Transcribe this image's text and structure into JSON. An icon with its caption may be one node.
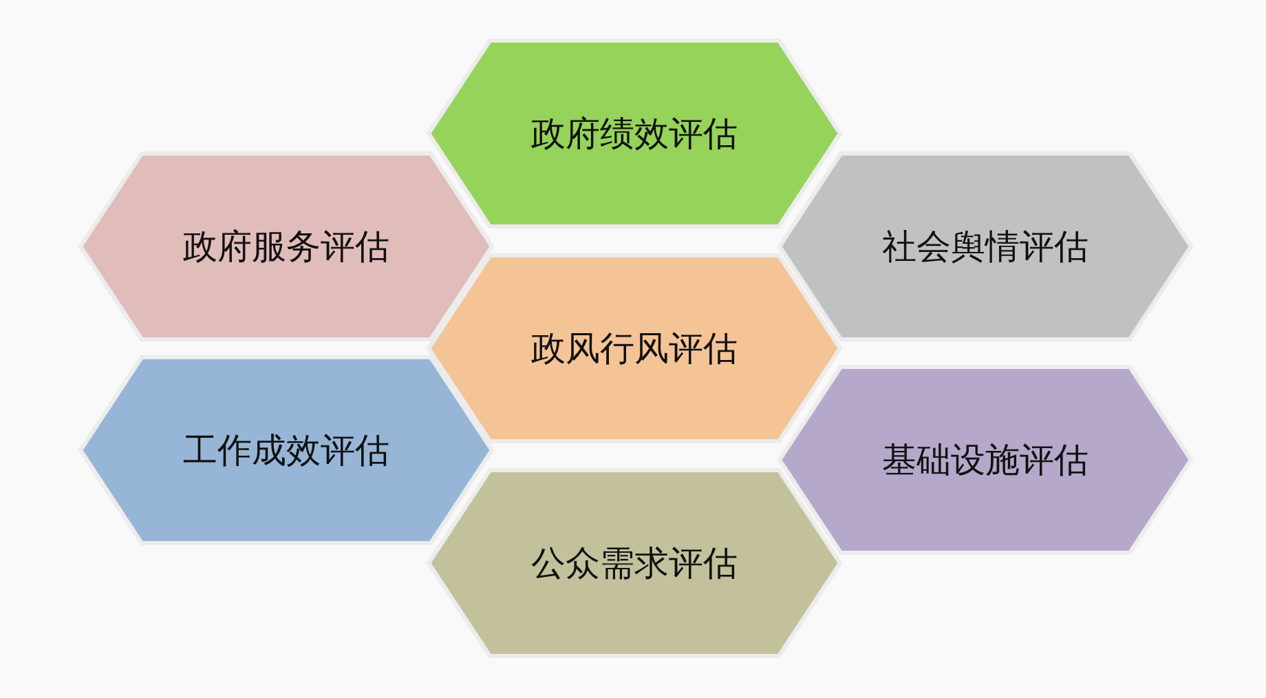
{
  "diagram": {
    "nodes": [
      {
        "text": [
          "政府绩效评估"
        ]
      },
      {
        "text": [
          "政府服务评估"
        ]
      },
      {
        "text": [
          "社会舆情评估"
        ]
      },
      {
        "text": [
          "政风行风评估"
        ]
      },
      {
        "text": [
          "工作成效评估"
        ]
      },
      {
        "text": [
          "基础设施评估"
        ]
      },
      {
        "text": [
          "公众需求评估"
        ]
      }
    ]
  }
}
